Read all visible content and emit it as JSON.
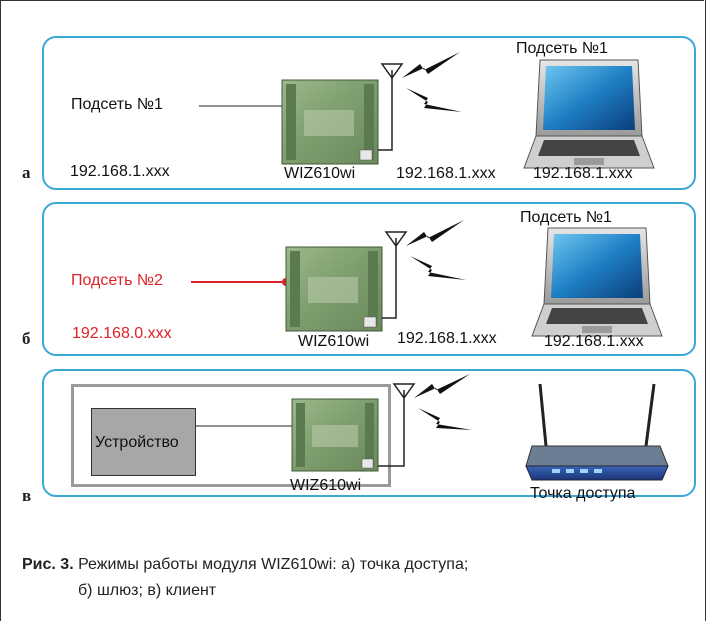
{
  "panels": [
    {
      "letter": "а",
      "left_label": "Подсеть №1",
      "left_ip": "192.168.1.xxx",
      "module_label": "WIZ610wi",
      "wifi_ip": "192.168.1.xxx",
      "laptop_top_label": "Подсеть №1",
      "laptop_ip": "192.168.1.xxx"
    },
    {
      "letter": "б",
      "left_label": "Подсеть №2",
      "left_ip": "192.168.0.xxx",
      "module_label": "WIZ610wi",
      "wifi_ip": "192.168.1.xxx",
      "laptop_top_label": "Подсеть №1",
      "laptop_ip": "192.168.1.xxx",
      "accent_color": "#e02127"
    },
    {
      "letter": "в",
      "device_label": "Устройство",
      "module_label": "WIZ610wi",
      "router_label": "Точка доступа"
    }
  ],
  "caption": {
    "title": "Рис. 3.",
    "line1": " Режимы работы модуля WIZ610wi: а) точка доступа;",
    "line2": "б) шлюз; в) клиент"
  },
  "colors": {
    "panel_border": "#3aa9d6",
    "module_board": "#7a9b6a",
    "device_box": "#a7a7a7"
  },
  "icons": [
    "wiz610wi-module-icon",
    "antenna-icon",
    "lightning-signal-icon",
    "laptop-icon",
    "router-icon"
  ]
}
